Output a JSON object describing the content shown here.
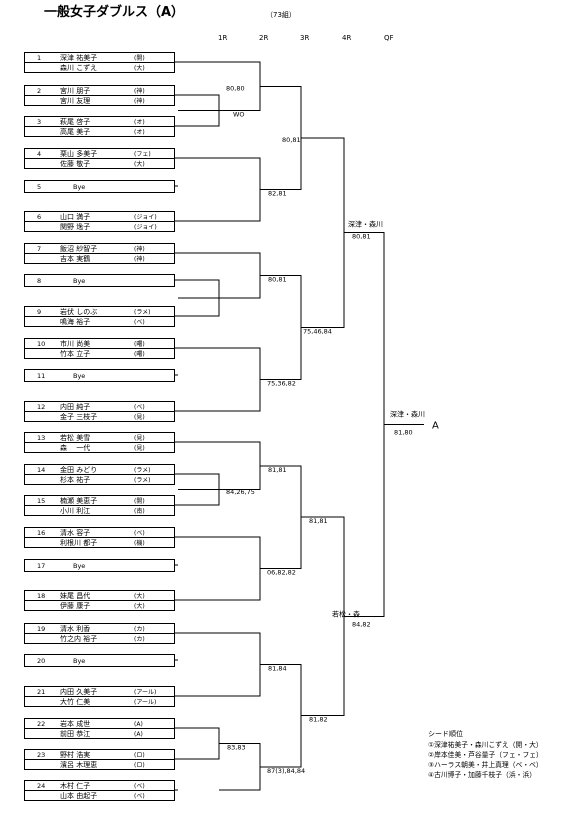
{
  "title": "一般女子ダブルス（A）",
  "subtitle": "（73組）",
  "rounds": [
    "1R",
    "2R",
    "3R",
    "4R",
    "QF"
  ],
  "draw": [
    {
      "no": "1",
      "p1": "深津 祐美子",
      "c1": "(開)",
      "p2": "森川 こずえ",
      "c2": "(大)"
    },
    {
      "no": "2",
      "p1": "宮川 朋子",
      "c1": "(神)",
      "p2": "宮川 友理",
      "c2": "(神)"
    },
    {
      "no": "3",
      "p1": "萩尾 啓子",
      "c1": "(オ)",
      "p2": "高尾 美子",
      "c2": "(オ)"
    },
    {
      "no": "4",
      "p1": "栗山 多美子",
      "c1": "(フェ)",
      "p2": "佐藤 敬子",
      "c2": "(大)"
    },
    {
      "no": "5",
      "bye": "Bye"
    },
    {
      "no": "6",
      "p1": "山口 満子",
      "c1": "(ジョイ)",
      "p2": "関野 逸子",
      "c2": "(ジョイ)"
    },
    {
      "no": "7",
      "p1": "飯沼 紗智子",
      "c1": "(神)",
      "p2": "吉本 実鶴",
      "c2": "(神)"
    },
    {
      "no": "8",
      "bye": "Bye"
    },
    {
      "no": "9",
      "p1": "岩伏 しのぶ",
      "c1": "(ラメ)",
      "p2": "鳴海 裕子",
      "c2": "(ベ)"
    },
    {
      "no": "10",
      "p1": "市川 尚美",
      "c1": "(曙)",
      "p2": "竹本 立子",
      "c2": "(曙)"
    },
    {
      "no": "11",
      "bye": "Bye"
    },
    {
      "no": "12",
      "p1": "内田 純子",
      "c1": "(ベ)",
      "p2": "金子 三枝子",
      "c2": "(見)"
    },
    {
      "no": "13",
      "p1": "若松 美雪",
      "c1": "(見)",
      "p2": "森 　一代",
      "c2": "(見)"
    },
    {
      "no": "14",
      "p1": "金田 みどり",
      "c1": "(ラメ)",
      "p2": "杉本 祐子",
      "c2": "(ラメ)"
    },
    {
      "no": "15",
      "p1": "楠瀬 美恵子",
      "c1": "(開)",
      "p2": "小川 利江",
      "c2": "(南)"
    },
    {
      "no": "16",
      "p1": "清水 容子",
      "c1": "(ベ)",
      "p2": "利根川 都子",
      "c2": "(機)"
    },
    {
      "no": "17",
      "bye": "Bye"
    },
    {
      "no": "18",
      "p1": "妹尾 昌代",
      "c1": "(大)",
      "p2": "伊藤 康子",
      "c2": "(大)"
    },
    {
      "no": "19",
      "p1": "清水 利香",
      "c1": "(カ)",
      "p2": "竹之内 裕子",
      "c2": "(カ)"
    },
    {
      "no": "20",
      "bye": "Bye"
    },
    {
      "no": "21",
      "p1": "内田 久美子",
      "c1": "(アール)",
      "p2": "大竹 仁美",
      "c2": "(アール)"
    },
    {
      "no": "22",
      "p1": "岩本 成世",
      "c1": "(A)",
      "p2": "前田 恭江",
      "c2": "(A)"
    },
    {
      "no": "23",
      "p1": "野村 浩実",
      "c1": "(ロ)",
      "p2": "濱呂 木理恵",
      "c2": "(ロ)"
    },
    {
      "no": "24",
      "p1": "木村 仁子",
      "c1": "(ベ)",
      "p2": "山本 由起子",
      "c2": "(ベ)"
    }
  ],
  "scores": {
    "m1": "80,80",
    "m2": "WO",
    "m3": "80,81",
    "m4": "82,81",
    "m5": "80,81",
    "m6": "75,46,84",
    "m7": "75,36,82",
    "m8": "81,81",
    "m9": "84,26,75",
    "m10": "81,81",
    "m11": "06,82,82",
    "m12": "81,84",
    "m13": "81,82",
    "m14": "83,83",
    "m15": "87(3),84,84",
    "m16": "80,81",
    "m17": "84,82",
    "m18": "81,80"
  },
  "winners": {
    "w4r_top": "深津・森川",
    "w4r_bottom": "若松・森",
    "wqf": "深津・森川"
  },
  "block_label": "A",
  "seeds": {
    "heading": "シード順位",
    "items": [
      "①深津祐美子・森川こずえ（開・大）",
      "②岸本佳美・芦谷量子（フェ・フェ）",
      "③ハーラス朝美・井上真理（ベ・ベ）",
      "④古川博子・加藤千枝子（浜・浜）"
    ]
  }
}
